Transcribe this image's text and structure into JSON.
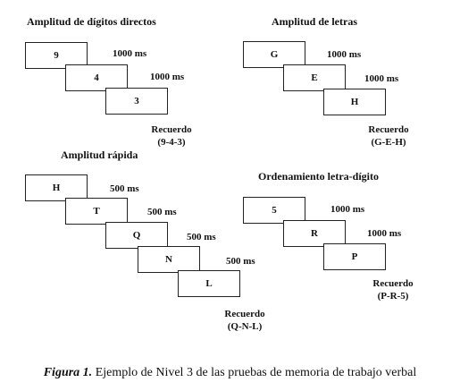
{
  "panels": {
    "digits": {
      "title": "Amplitud de dígitos directos",
      "items": [
        "9",
        "4",
        "3"
      ],
      "intervals": [
        "1000 ms",
        "1000 ms"
      ],
      "recall_label": "Recuerdo",
      "recall_sequence": "(9-4-3)"
    },
    "letters": {
      "title": "Amplitud de letras",
      "items": [
        "G",
        "E",
        "H"
      ],
      "intervals": [
        "1000 ms",
        "1000 ms"
      ],
      "recall_label": "Recuerdo",
      "recall_sequence": "(G-E-H)"
    },
    "rapid": {
      "title": "Amplitud rápida",
      "items": [
        "H",
        "T",
        "Q",
        "N",
        "L"
      ],
      "intervals": [
        "500 ms",
        "500 ms",
        "500 ms",
        "500 ms"
      ],
      "recall_label": "Recuerdo",
      "recall_sequence": "(Q-N-L)"
    },
    "ordering": {
      "title": "Ordenamiento letra-dígito",
      "items": [
        "5",
        "R",
        "P"
      ],
      "intervals": [
        "1000 ms",
        "1000 ms"
      ],
      "recall_label": "Recuerdo",
      "recall_sequence": "(P-R-5)"
    }
  },
  "caption": {
    "label": "Figura 1.",
    "text": " Ejemplo de Nivel 3 de las pruebas de memoria de trabajo verbal"
  }
}
